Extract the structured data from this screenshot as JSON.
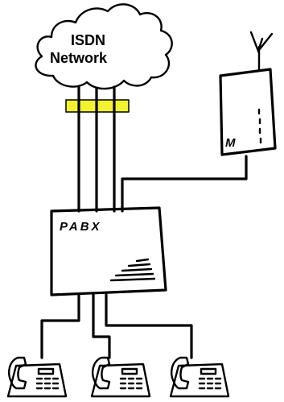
{
  "network": {
    "line1": "ISDN",
    "line2": "Network"
  },
  "pabx": {
    "label": "PABX"
  },
  "modem": {
    "label": "M"
  },
  "colors": {
    "interface_highlight": "#f2f231",
    "ink": "#000000",
    "background": "#ffffff"
  },
  "icons": {
    "network": "cloud-icon",
    "antenna": "antenna-icon",
    "telephones": [
      "telephone-icon",
      "telephone-icon",
      "telephone-icon"
    ]
  }
}
